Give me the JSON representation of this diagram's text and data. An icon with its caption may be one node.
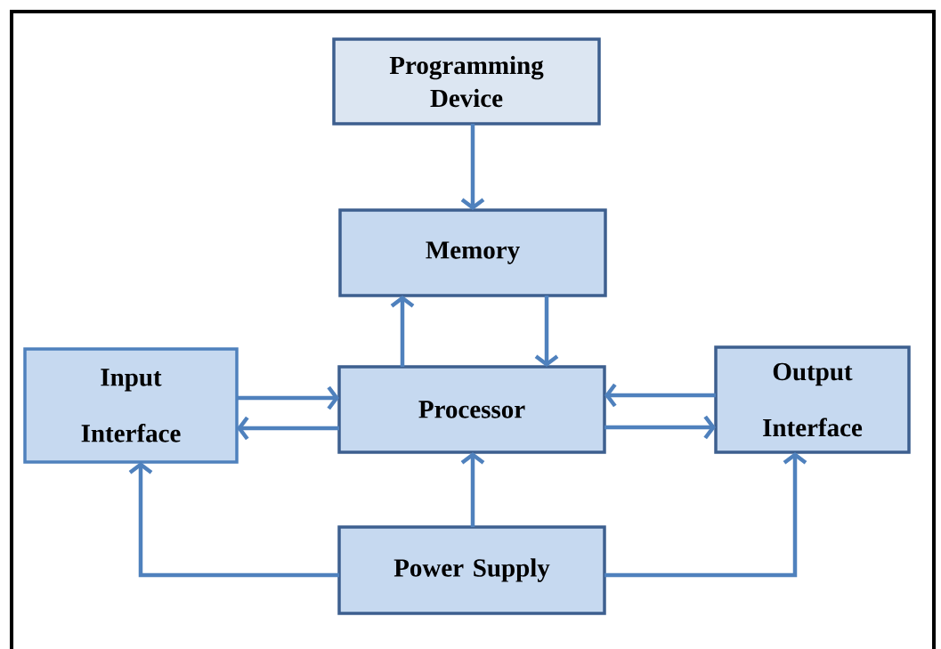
{
  "diagram": {
    "nodes": [
      {
        "text": [
          "Programming Device"
        ]
      },
      {
        "text": [
          "Memory"
        ]
      },
      {
        "text": [
          "Input Interface"
        ]
      },
      {
        "text": [
          "Processor"
        ]
      },
      {
        "text": [
          "Output Interface"
        ]
      },
      {
        "text": [
          "Power Supply"
        ]
      }
    ],
    "edges": [
      {
        "from": 0,
        "to": 1,
        "arrow": "to"
      },
      {
        "from": 3,
        "to": 1,
        "arrow": "to"
      },
      {
        "from": 1,
        "to": 3,
        "arrow": "to"
      },
      {
        "from": 2,
        "to": 3,
        "arrow": "to"
      },
      {
        "from": 3,
        "to": 2,
        "arrow": "to"
      },
      {
        "from": 4,
        "to": 3,
        "arrow": "to"
      },
      {
        "from": 3,
        "to": 4,
        "arrow": "to"
      },
      {
        "from": 5,
        "to": 3,
        "arrow": "to"
      },
      {
        "from": 5,
        "to": 2,
        "arrow": "to"
      },
      {
        "from": 5,
        "to": 4,
        "arrow": "to"
      }
    ]
  }
}
